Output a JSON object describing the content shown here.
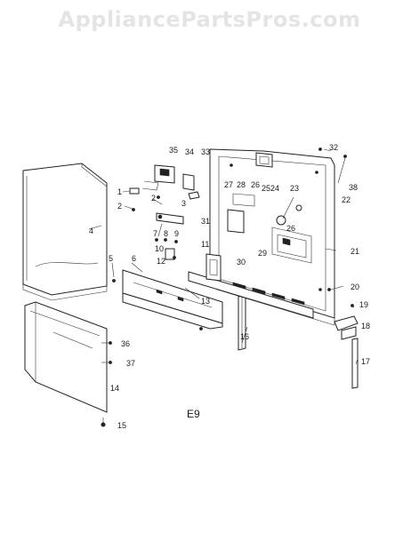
{
  "watermark": "AppliancePartsPros.com",
  "figure_label": "E9",
  "callouts": [
    "1",
    "2",
    "2",
    "3",
    "4",
    "5",
    "6",
    "7",
    "8",
    "9",
    "10",
    "11",
    "12",
    "13",
    "14",
    "15",
    "16",
    "17",
    "18",
    "19",
    "20",
    "21",
    "22",
    "23",
    "24",
    "25",
    "26",
    "26",
    "27",
    "28",
    "29",
    "30",
    "31",
    "32",
    "33",
    "34",
    "35",
    "36",
    "37",
    "38"
  ]
}
